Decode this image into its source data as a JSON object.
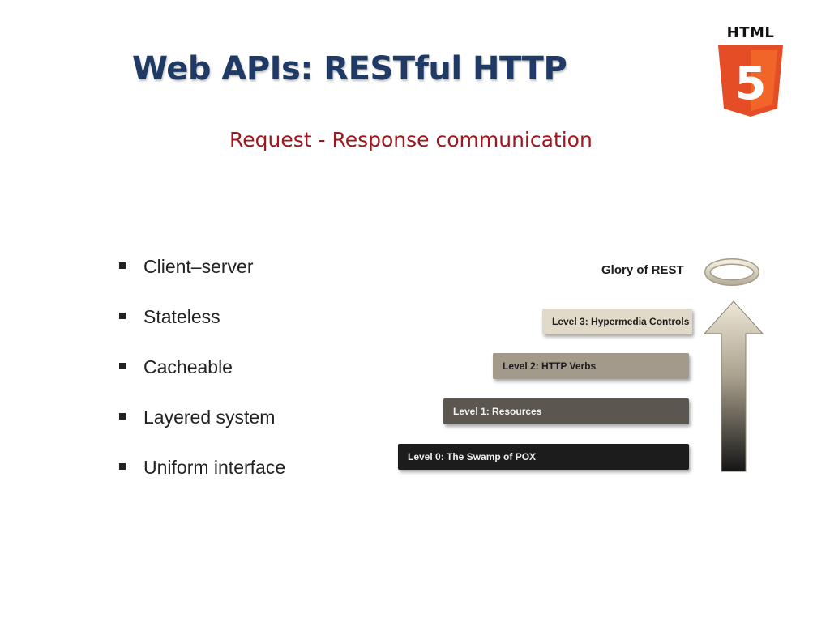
{
  "slide": {
    "title": "Web APIs: RESTful HTTP",
    "subtitle": "Request - Response communication",
    "logo_text": "HTML",
    "logo_number": "5"
  },
  "bullets": [
    "Client–server",
    "Stateless",
    "Cacheable",
    "Layered system",
    "Uniform interface"
  ],
  "diagram": {
    "glory": "Glory of REST",
    "levels": [
      "Level 0: The Swamp of POX",
      "Level 1: Resources",
      "Level 2: HTTP Verbs",
      "Level 3: Hypermedia Controls"
    ]
  },
  "colors": {
    "title": "#1F3A64",
    "subtitle": "#A3141D",
    "html5_orange": "#E44D26",
    "html5_light": "#F16529"
  }
}
